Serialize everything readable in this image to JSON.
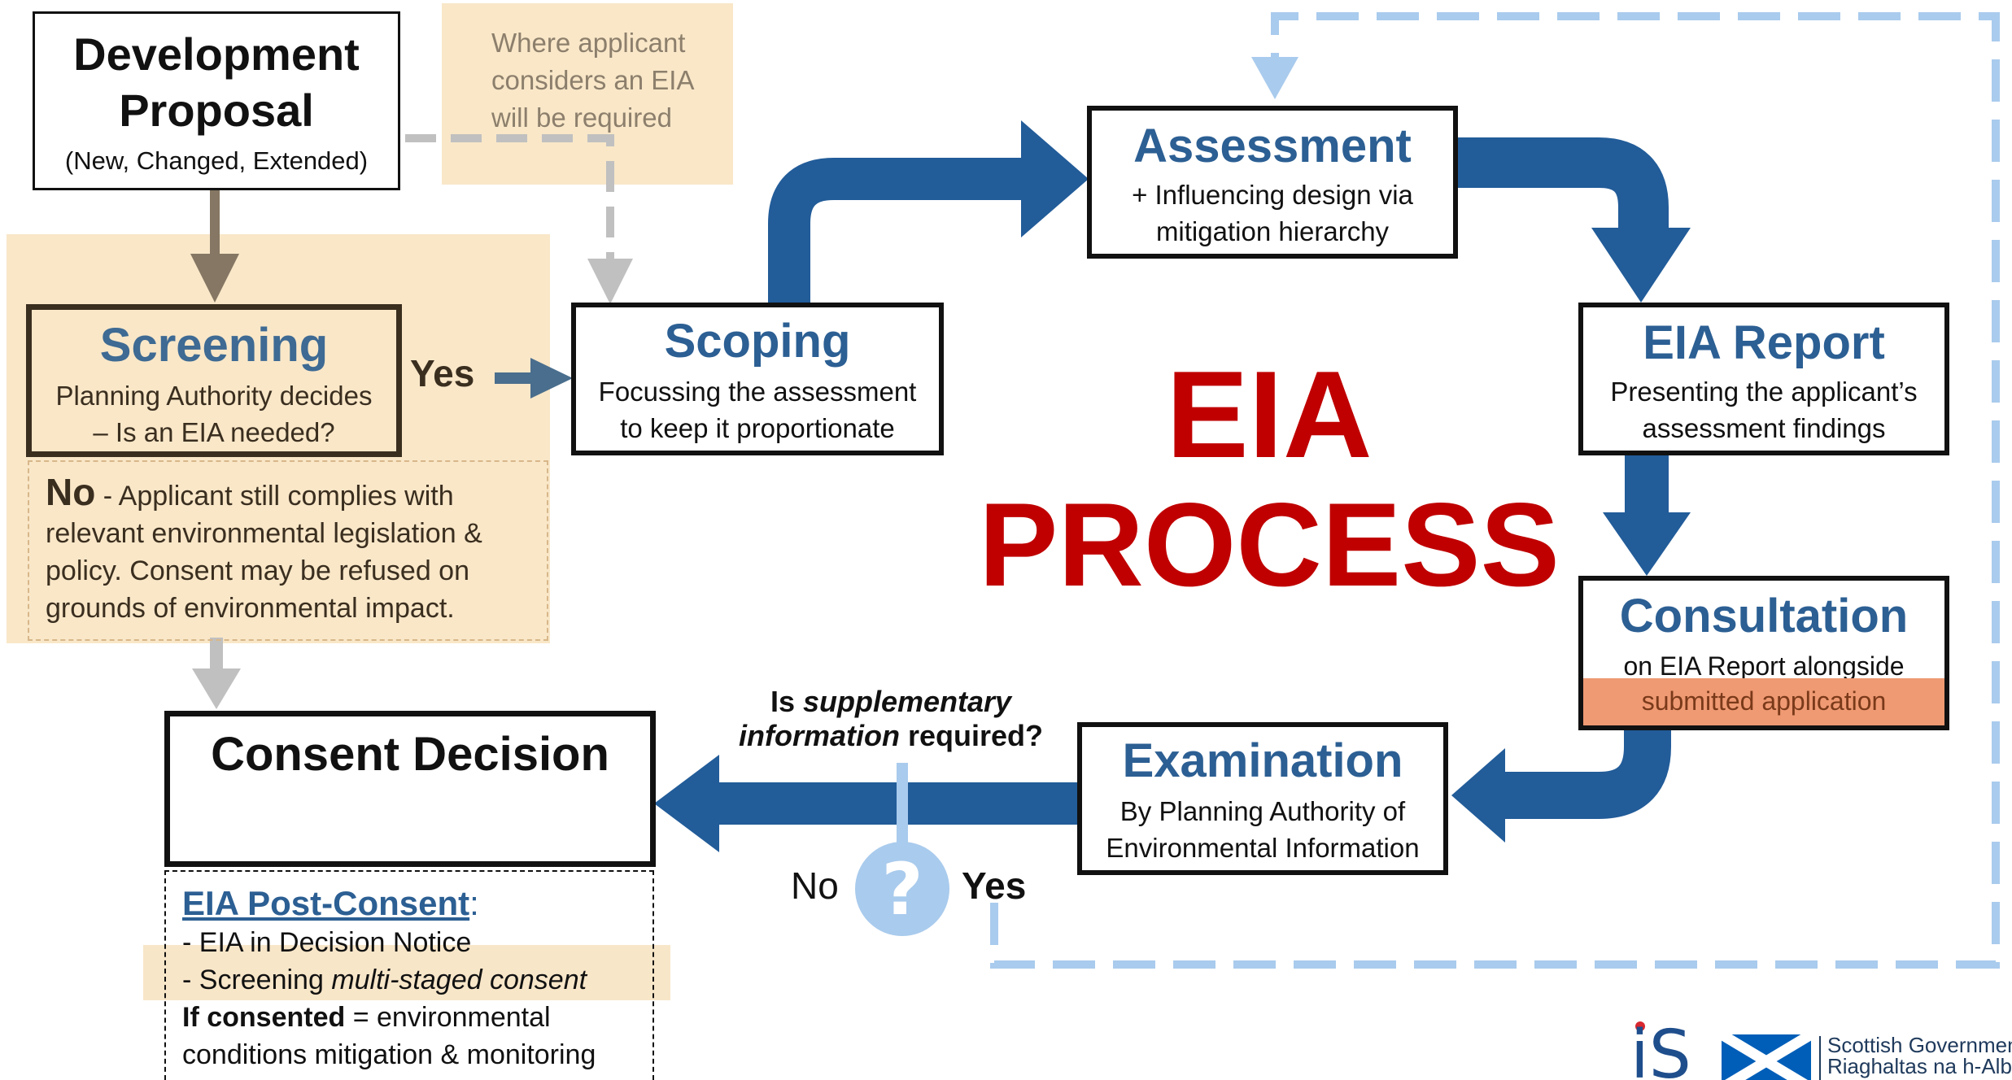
{
  "colors": {
    "process_blue": "#225c99",
    "title_blue": "#2c5f93",
    "light_blue": "#a9cbed",
    "beige": "#f9e7c8",
    "eia_red": "#c00000",
    "highlight_orange": "#ef9a73",
    "grey_arrow": "#c0c0c0",
    "brown_arrow": "#857763"
  },
  "development_proposal": {
    "title_line1": "Development",
    "title_line2": "Proposal",
    "subtitle": "(New, Changed, Extended)"
  },
  "applicant_note": {
    "line1": "Where applicant",
    "line2": "considers an EIA",
    "line3": "will be required"
  },
  "screening": {
    "title": "Screening",
    "line1": "Planning Authority decides",
    "line2": "– Is an EIA needed?"
  },
  "yes_label": "Yes",
  "no_note": {
    "no": "No",
    "line1_rest": " - Applicant still complies with",
    "line2": "relevant environmental legislation &",
    "line3": "policy. Consent may be refused on",
    "line4": "grounds of environmental impact."
  },
  "scoping": {
    "title": "Scoping",
    "line1": "Focussing the assessment",
    "line2": "to keep it proportionate"
  },
  "assessment": {
    "title": "Assessment",
    "line1": "+ Influencing design via",
    "line2": "mitigation hierarchy"
  },
  "eia_report": {
    "title": "EIA Report",
    "line1": "Presenting the applicant’s",
    "line2": "assessment findings"
  },
  "center_title": {
    "line1": "EIA",
    "line2": "PROCESS"
  },
  "consultation": {
    "title": "Consultation",
    "line1": "on EIA Report alongside",
    "line2": "submitted application"
  },
  "examination": {
    "title": "Examination",
    "line1": "By Planning Authority of",
    "line2": "Environmental Information"
  },
  "supplementary_question": {
    "is": "Is ",
    "supplementary": "supplementary",
    "information": "information",
    "required": " required?"
  },
  "no_label": "No",
  "yes_label_bottom": "Yes",
  "question_glyph": "?",
  "consent_decision": {
    "title": "Consent Decision"
  },
  "post_consent": {
    "heading": "EIA Post-Consent",
    "colon": ":",
    "item1": "- EIA in Decision Notice",
    "item2_a": "- Screening ",
    "item2_b": "multi-staged consent",
    "if_consented": "If consented",
    "line3_rest": " = environmental",
    "line4": "conditions mitigation & monitoring"
  },
  "logos": {
    "is_logo": "iS",
    "gov_line1": "Scottish Government",
    "gov_line2": "Riaghaltas na h-Alba"
  }
}
